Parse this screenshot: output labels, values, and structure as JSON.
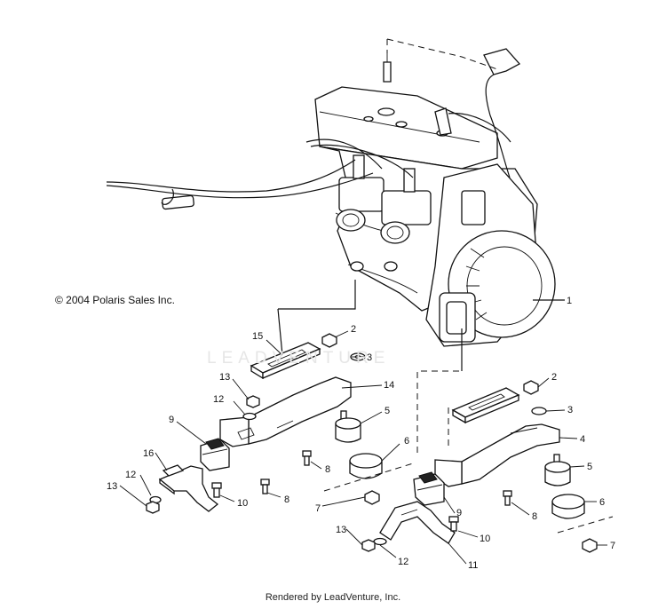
{
  "copyright": "© 2004 Polaris Sales Inc.",
  "watermark": "LEADVENTURE",
  "footer": "Rendered by LeadVenture, Inc.",
  "callouts": {
    "c1": "1",
    "c2a": "2",
    "c3a": "3",
    "c15": "15",
    "c14": "14",
    "c13a": "13",
    "c12a": "12",
    "c5a": "5",
    "c9a": "9",
    "c8a": "8",
    "c6a": "6",
    "c16": "16",
    "c12b": "12",
    "c13b": "13",
    "c10a": "10",
    "c8b": "8",
    "c7a": "7",
    "c2b": "2",
    "c3b": "3",
    "c4": "4",
    "c5b": "5",
    "c9b": "9",
    "c8c": "8",
    "c6b": "6",
    "c10b": "10",
    "c13c": "13",
    "c12c": "12",
    "c11": "11",
    "c7b": "7"
  }
}
